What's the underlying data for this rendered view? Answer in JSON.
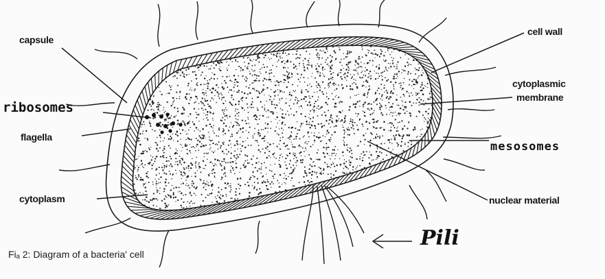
{
  "labels": {
    "capsule": "capsule",
    "cell_wall": "cell wall",
    "cytoplasmic_membrane_line1": "cytoplasmic",
    "cytoplasmic_membrane_line2": "membrane",
    "ribosomes": "ribosomes",
    "flagella": "flagella",
    "mesosomes": "mesosomes",
    "cytoplasm": "cytoplasm",
    "nuclear_material": "nuclear material",
    "pili": "Pili"
  },
  "caption": "Fiₐ 2: Diagram of a bacteria' cell"
}
